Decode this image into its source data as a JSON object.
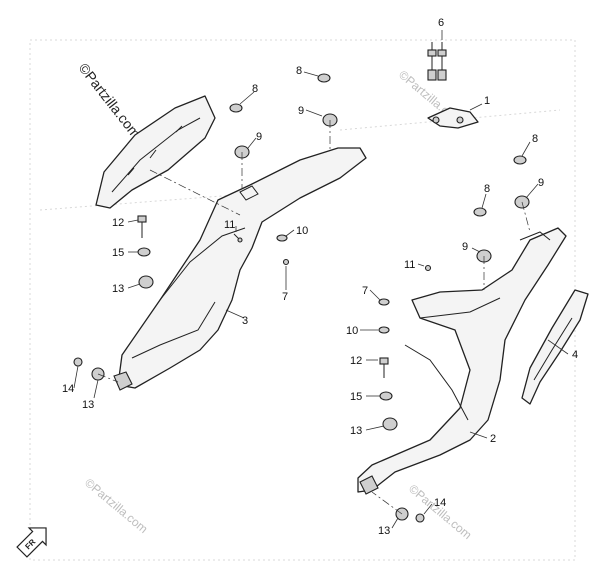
{
  "watermark": {
    "brand": "©Partzilla.com"
  },
  "front_arrow_label": "FR",
  "callouts": {
    "n1": "1",
    "n2": "2",
    "n3": "3",
    "n4": "4",
    "n6": "6",
    "n7_left": "7",
    "n7_right": "7",
    "n8_left": "8",
    "n8_top": "8",
    "n8_right": "8",
    "n8_mid": "8",
    "n9_left": "9",
    "n9_top": "9",
    "n9_right": "9",
    "n9_mid": "9",
    "n10_left": "10",
    "n10_right": "10",
    "n11_left": "11",
    "n11_right": "11",
    "n12_left": "12",
    "n12_right": "12",
    "n13_left_top": "13",
    "n13_left_bottom": "13",
    "n13_right_top": "13",
    "n13_right_bottom": "13",
    "n14_left": "14",
    "n14_right": "14",
    "n15_left": "15",
    "n15_right": "15"
  }
}
